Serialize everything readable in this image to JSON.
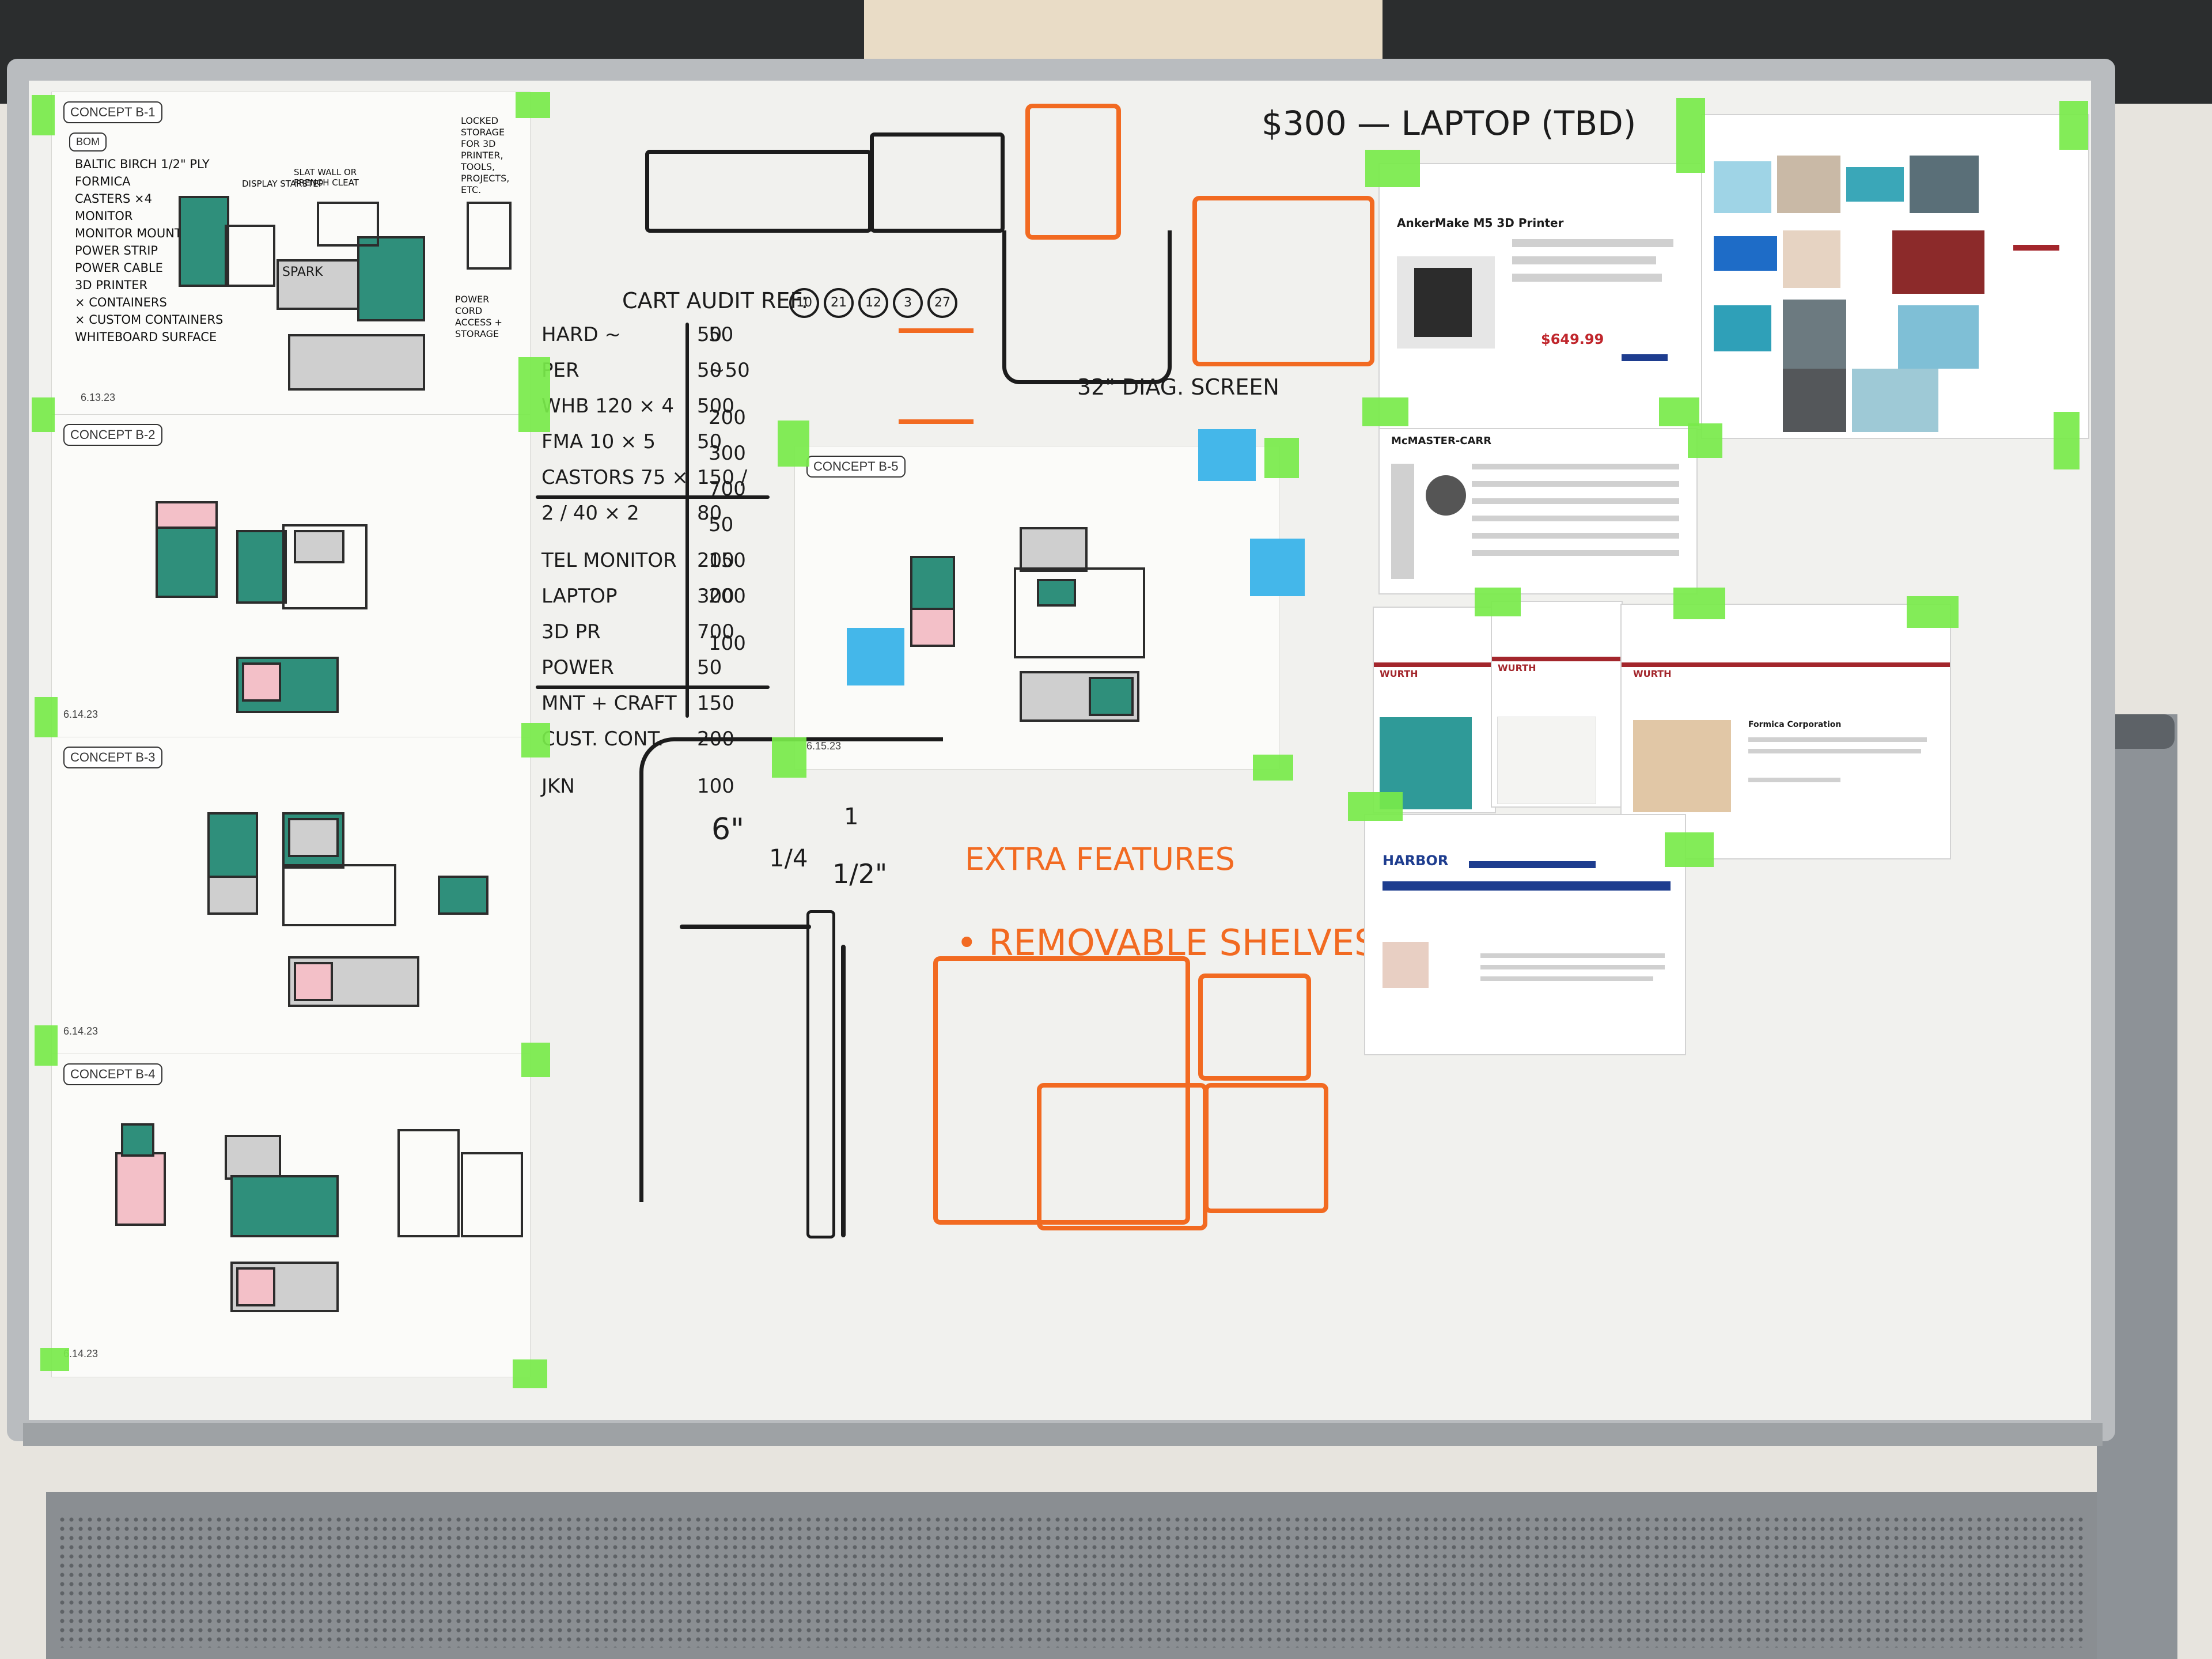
{
  "board": {
    "top_note": "$300 — LAPTOP (TBD)",
    "cart_audit_title": "CART AUDIT REF:",
    "cart_audit_refs": [
      "10",
      "21",
      "12",
      "3",
      "27"
    ],
    "diag_screen": "32\" DIAG. SCREEN",
    "extra_features_title": "EXTRA FEATURES",
    "extra_features_item": "• REMOVABLE SHELVES",
    "dimension_6": "6\"",
    "dimension_quarter": "1/4",
    "dimension_half": "1/2\"",
    "dimension_one": "1"
  },
  "budget_table": {
    "rows": [
      {
        "label": "HARD ~",
        "left": "50",
        "right": "50"
      },
      {
        "label": "PER",
        "left": "~50",
        "right": "50"
      },
      {
        "label": "WHB 120 × 4",
        "left": "",
        "right": "500"
      },
      {
        "label": "FMA 10 × 5",
        "left": "",
        "right": "50"
      },
      {
        "label": "CASTORS 75 × 2 / 40 × 2",
        "left": "",
        "right": "150 / 80"
      },
      {
        "label": "TEL MONITOR",
        "left": "200",
        "right": "200"
      },
      {
        "label": "LAPTOP",
        "left": "300",
        "right": "300"
      },
      {
        "label": "3D PR",
        "left": "700",
        "right": "700"
      },
      {
        "label": "POWER",
        "left": "50",
        "right": "50"
      },
      {
        "label": "MNT + CRAFT",
        "left": "150",
        "right": "150"
      },
      {
        "label": "CUST. CONT.",
        "left": "200",
        "right": "200"
      },
      {
        "label": "JKN",
        "left": "100",
        "right": "100"
      }
    ]
  },
  "concepts": [
    {
      "label": "CONCEPT B-1",
      "date": "6.13.23"
    },
    {
      "label": "CONCEPT B-2",
      "date": "6.14.23"
    },
    {
      "label": "CONCEPT B-3",
      "date": "6.14.23"
    },
    {
      "label": "CONCEPT B-4",
      "date": "6.14.23"
    },
    {
      "label": "CONCEPT B-5",
      "date": "6.15.23"
    }
  ],
  "bom": {
    "title": "BOM",
    "items": [
      "BALTIC BIRCH 1/2\" PLY",
      "FORMICA",
      "CASTERS ×4",
      "MONITOR",
      "MONITOR MOUNT",
      "POWER STRIP",
      "POWER CABLE",
      "3D PRINTER",
      "× CONTAINERS",
      "× CUSTOM CONTAINERS",
      "WHITEBOARD SURFACE"
    ]
  },
  "b1_notes": {
    "locked_storage": "LOCKED STORAGE FOR 3D PRINTER, TOOLS, PROJECTS, ETC.",
    "power_cord": "POWER CORD ACCESS + STORAGE",
    "display": "DISPLAY STARSTEP",
    "slat_wall": "SLAT WALL OR FRENCH CLEAT",
    "brand": "SPARK"
  },
  "printouts": {
    "printer_title": "AnkerMake M5 3D Printer",
    "printer_price": "$649.99",
    "mcmaster": "McMASTER-CARR",
    "wurth": "WURTH",
    "wurth_item": "Formica Corporation",
    "harbor": "HARBOR"
  },
  "colors": {
    "tape": "#78ea4a",
    "orange_marker": "#f26a21",
    "sticky_note": "#44b7ea",
    "teal_marker": "#2f8f7b",
    "pink_marker": "#f3c0c8"
  }
}
